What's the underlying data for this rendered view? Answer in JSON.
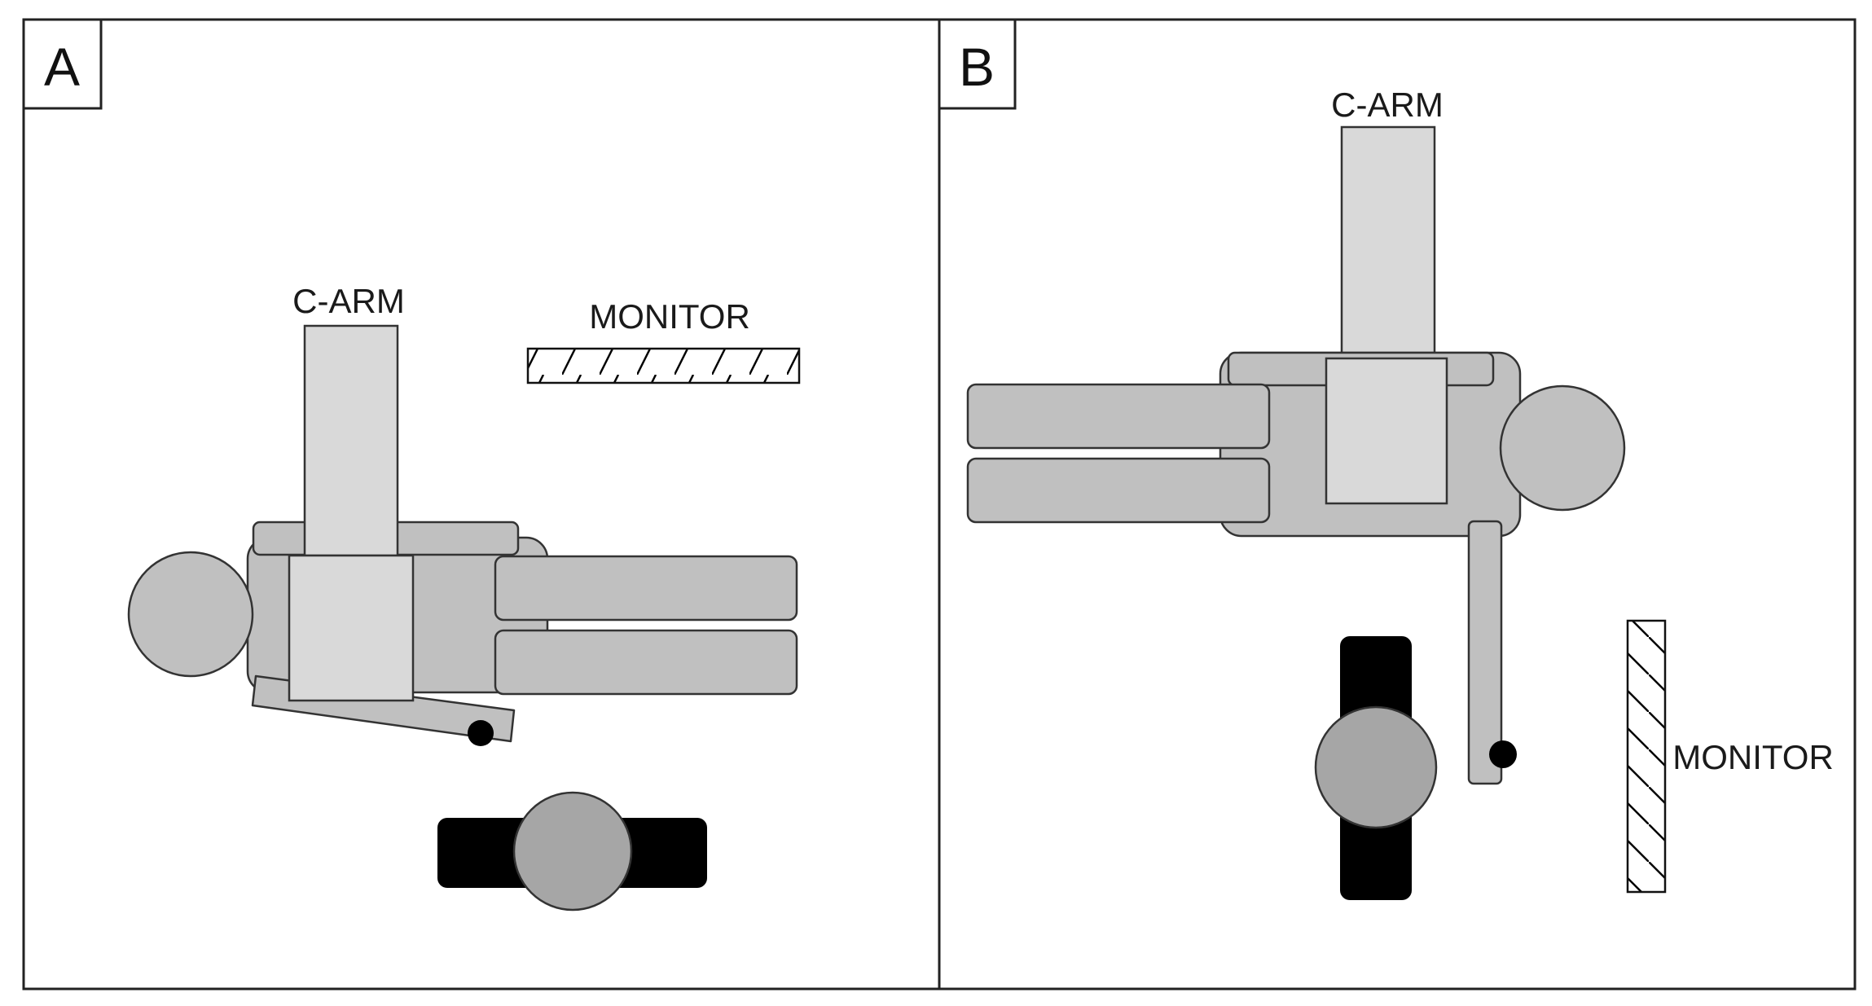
{
  "panels": [
    {
      "id": "A",
      "letter": "A"
    },
    {
      "id": "B",
      "letter": "B"
    }
  ],
  "labels": {
    "c_arm": "C-ARM",
    "monitor": "MONITOR"
  },
  "colors": {
    "c_arm_fill": "#d9d9d9",
    "patient_fill": "#c0c0c0",
    "operator_head": "#a6a6a6",
    "operator_shoulders": "#000000",
    "hatch_stroke": "#000000",
    "outline": "#2b2b2b"
  }
}
